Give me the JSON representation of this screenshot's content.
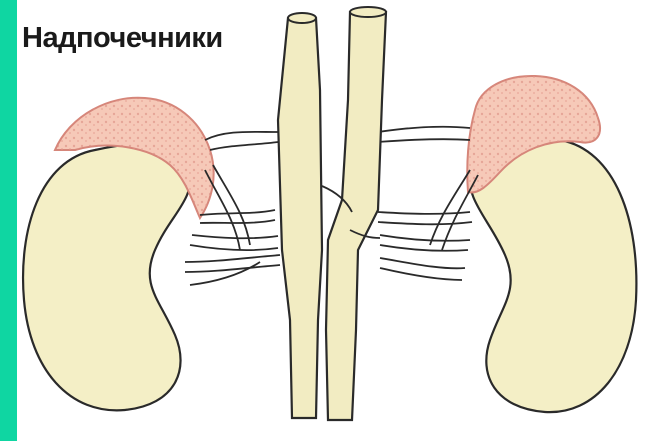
{
  "title": "Надпочечники",
  "colors": {
    "accent_strip": "#0fd6a2",
    "kidney_fill": "#f4efc6",
    "vessel_fill": "#f2ecc2",
    "gland_fill": "#f6c9b8",
    "gland_outline": "#d6867a",
    "outline": "#2a2a2a"
  },
  "icons": {
    "left_kidney": "kidney-shape",
    "right_kidney": "kidney-shape",
    "left_adrenal": "adrenal-gland-shape",
    "right_adrenal": "adrenal-gland-shape",
    "aorta": "vessel-tube",
    "vena_cava": "vessel-tube"
  }
}
